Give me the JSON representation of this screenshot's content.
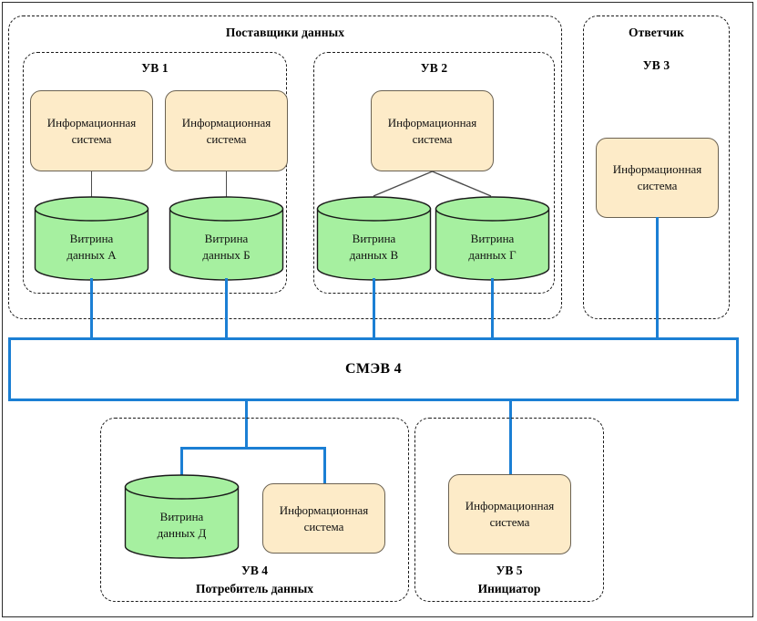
{
  "diagram": {
    "title_outer_frame": "",
    "colors": {
      "information_system_fill": "#FDEBC8",
      "information_system_stroke": "#6B6252",
      "data_mart_fill": "#A6F0A0",
      "data_mart_stroke": "#1A1A1A",
      "connector_blue": "#1B7FD4",
      "connector_gray": "#4D4D4D",
      "group_border": "#1A1A1A",
      "frame_border": "#2B2B2B",
      "background": "#FFFFFF"
    },
    "groups": {
      "providers": {
        "title": "Поставщики данных"
      },
      "uv1": {
        "title": "УВ 1"
      },
      "uv2": {
        "title": "УВ 2"
      },
      "respondent": {
        "title": "Ответчик"
      },
      "uv3": {
        "title": "УВ 3"
      },
      "uv4": {
        "title": "УВ 4",
        "subtitle": "Потребитель данных"
      },
      "uv5": {
        "title": "УВ 5",
        "subtitle": "Инициатор"
      }
    },
    "hub": {
      "label": "СМЭВ 4"
    },
    "nodes": {
      "is_uv1_a": {
        "line1": "Информационная",
        "line2": "система"
      },
      "is_uv1_b": {
        "line1": "Информационная",
        "line2": "система"
      },
      "is_uv2": {
        "line1": "Информационная",
        "line2": "система"
      },
      "is_uv3": {
        "line1": "Информационная",
        "line2": "система"
      },
      "is_uv4": {
        "line1": "Информационная",
        "line2": "система"
      },
      "is_uv5": {
        "line1": "Информационная",
        "line2": "система"
      },
      "mart_a": {
        "line1": "Витрина",
        "line2": "данных А"
      },
      "mart_b": {
        "line1": "Витрина",
        "line2": "данных Б"
      },
      "mart_v": {
        "line1": "Витрина",
        "line2": "данных В"
      },
      "mart_g": {
        "line1": "Витрина",
        "line2": "данных Г"
      },
      "mart_d": {
        "line1": "Витрина",
        "line2": "данных Д"
      }
    }
  }
}
